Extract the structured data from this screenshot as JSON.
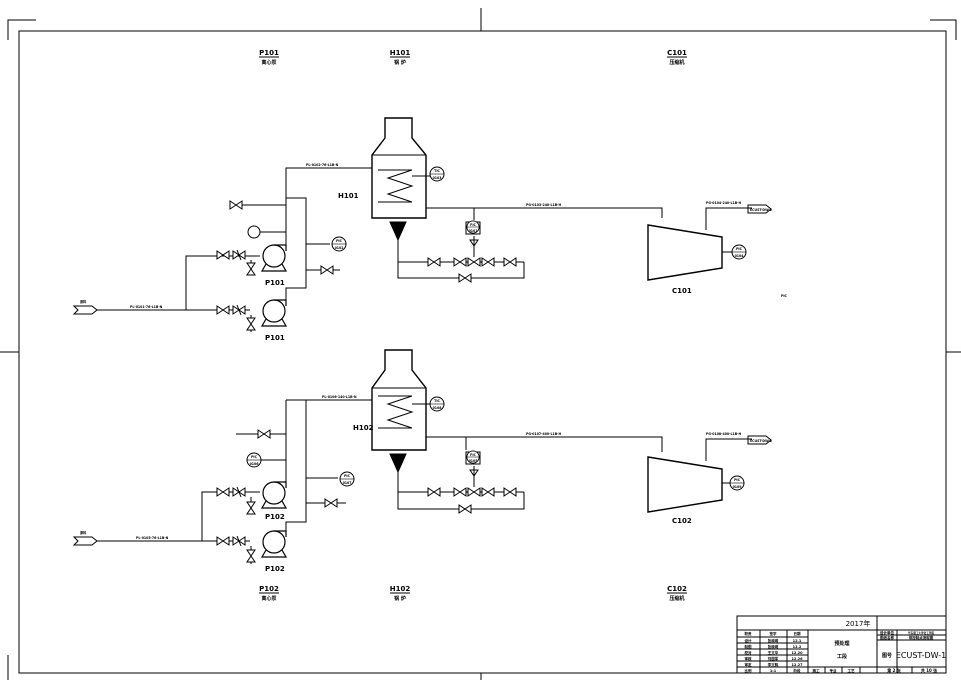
{
  "headers": {
    "top": [
      {
        "tag": "P101",
        "name": "离心泵"
      },
      {
        "tag": "H101",
        "name": "锅  炉"
      },
      {
        "tag": "C101",
        "name": "压缩机"
      }
    ],
    "bottom": [
      {
        "tag": "P102",
        "name": "离心泵"
      },
      {
        "tag": "H102",
        "name": "锅  炉"
      },
      {
        "tag": "C102",
        "name": "压缩机"
      }
    ]
  },
  "upper": {
    "heater": "H101",
    "compressor": "C101",
    "pump_a": "P101",
    "pump_b": "P101",
    "inlet_label": "原料",
    "lines": {
      "feed": "PL-0101-76-L1B-N",
      "riser": "PL-0102-76-L1B-N",
      "main": "PG-0103-240-L1B-H",
      "outlet": "PG-0104-240-L1B-H",
      "outlet_tag": "ECUST-DW-2"
    },
    "inst": {
      "heater_tc": [
        "TIC",
        "0103"
      ],
      "pump_pi": [
        "PIC",
        "0102"
      ],
      "valve_fc": [
        "FIC",
        "0101"
      ],
      "comp_pi": [
        "PIC",
        "0104"
      ]
    }
  },
  "lower": {
    "heater": "H102",
    "compressor": "C102",
    "pump_a": "P102",
    "pump_b": "P102",
    "inlet_label": "原料",
    "lines": {
      "feed": "PL-0105-76-L1B-N",
      "riser": "PL-0106-140-L1B-N",
      "main": "PG-0107-400-L1B-H",
      "outlet": "PG-0108-400-L1B-H",
      "outlet_tag": "ECUST-DW-2"
    },
    "inst": {
      "heater_tc": [
        "TIC",
        "0108"
      ],
      "pump_pi_a": [
        "PIC",
        "0106"
      ],
      "pump_pi_b": [
        "PIC",
        "0107"
      ],
      "valve_fc": [
        "FIC",
        "0105"
      ],
      "comp_pi": [
        "PIC",
        "0109"
      ]
    }
  },
  "stray_label": "PIC",
  "title_block": {
    "year": "2017年",
    "project": "预处理",
    "section": "工段",
    "drawing_no_label": "图号",
    "drawing_no": "ECUST-DW-1",
    "design_unit_label": "设计单位",
    "design_unit": "华东理工大学化工学院",
    "drawing_name_label": "图纸名称",
    "drawing_name": "带控制点流程图",
    "rows": [
      [
        "职责",
        "签字",
        "日期"
      ],
      [
        "设计",
        "张晓明",
        "12.1"
      ],
      [
        "制图",
        "张晓明",
        "12.2"
      ],
      [
        "校对",
        "王文华",
        "12.20"
      ],
      [
        "审核",
        "刘国军",
        "12.26"
      ],
      [
        "审定",
        "李文辉",
        "12.27"
      ]
    ],
    "bottom": [
      "比例",
      "1:1",
      "阶段",
      "施工",
      "专业",
      "工艺",
      "第 2 张",
      "共 10 张"
    ]
  }
}
